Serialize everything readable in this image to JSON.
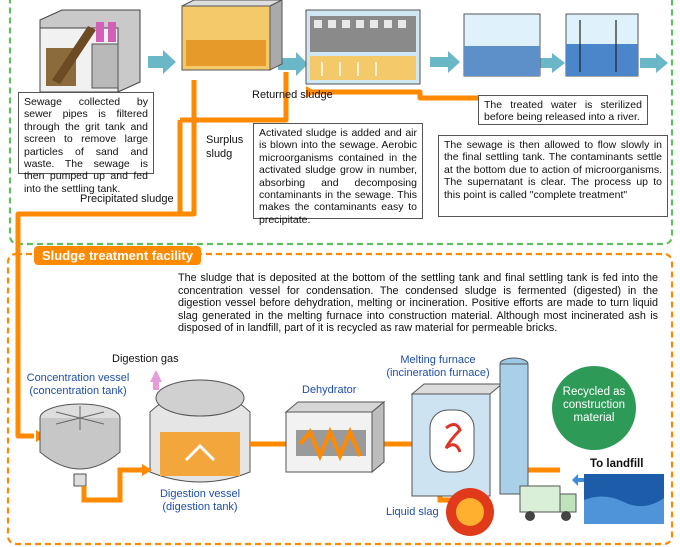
{
  "top": {
    "sewage_box": "Sewage collected by sewer pipes is filtered through the grit tank and screen to remove large particles of sand and waste. The sewage is then pumped up and fed into the settling tank.",
    "returned_sludge": "Returned sludge",
    "surplus_sludge": "Surplus\nsludg",
    "activated_box": "Activated sludge is added and air is blown into the sewage. Aerobic microorganisms contained in the activated sludge grow in number, absorbing and decomposing contaminants in the sewage. This makes the contaminants easy to precipitate.",
    "final_box": "The sewage is then allowed to flow slowly in the final settling tank. The contaminants settle at the bottom due to action of microorganisms. The supernatant is clear. The process up to this point is called \"complete treatment\"",
    "sterilized_box": "The treated water is sterilized before being released into a river.",
    "precipitated_sludge": "Precipitated sludge"
  },
  "bottom": {
    "title": "Sludge treatment facility",
    "description": "The sludge that is deposited at the bottom of the settling tank and final settling tank is fed into the concentration vessel for condensation. The condensed sludge is fermented (digested) in the digestion vessel before dehydration, melting or incineration. Positive efforts are made to turn liquid slag generated in the melting furnace into construction material. Although most incinerated ash is disposed of in landfill, part of it is recycled as raw material for permeable bricks.",
    "digestion_gas": "Digestion gas",
    "concentration_vessel": "Concentration vessel\n(concentration tank)",
    "digestion_vessel": "Digestion vessel\n(digestion tank)",
    "dehydrator": "Dehydrator",
    "melting_furnace": "Melting furnace\n(incineration furnace)",
    "recycled": "Recycled as\nconstruction\nmaterial",
    "to_landfill": "To landfill",
    "liquid_slag": "Liquid slag"
  },
  "colors": {
    "orange": "#ff8a00",
    "green_dash": "#5cc05c",
    "blue_text": "#1d4fa8",
    "recycle_green": "#2e9a57"
  }
}
